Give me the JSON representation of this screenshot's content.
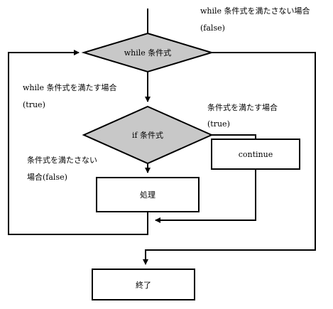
{
  "nodes": {
    "while_condition": "while 条件式",
    "if_condition": "if  条件式",
    "continue_box": "continue",
    "process_box": "処理",
    "end_box": "終了"
  },
  "labels": {
    "while_false_line1": "while 条件式を満たさない場合",
    "while_false_line2": "(false)",
    "while_true_line1": "while 条件式を満たす場合",
    "while_true_line2": "(true)",
    "if_true_line1": "条件式を満たす場合",
    "if_true_line2": "(true)",
    "if_false_line1": "条件式を満たさない",
    "if_false_line2": "場合(false)"
  },
  "colors": {
    "decision_fill": "#c8c8c8",
    "line": "#000000"
  }
}
